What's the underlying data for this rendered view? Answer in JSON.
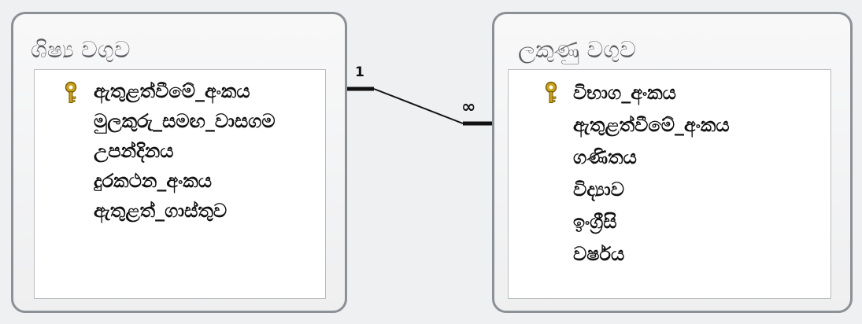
{
  "tables": [
    {
      "title": "ශිෂ්‍ය වගුව",
      "fields": [
        {
          "label": "ඇතුළත්වීමේ_අංකය",
          "primary_key": true
        },
        {
          "label": "මුලකුරු_සමඟ_වාසගම",
          "primary_key": false
        },
        {
          "label": "උපන්දිනය",
          "primary_key": false
        },
        {
          "label": "දුරකථන_අංකය",
          "primary_key": false
        },
        {
          "label": "ඇතුළත්_ගාස්තුව",
          "primary_key": false
        }
      ]
    },
    {
      "title": "ලකුණු වගුව",
      "fields": [
        {
          "label": "විභාග_අංකය",
          "primary_key": true
        },
        {
          "label": "ඇතුළත්වීමේ_අංකය",
          "primary_key": false
        },
        {
          "label": "ගණිතය",
          "primary_key": false
        },
        {
          "label": "විද්‍යාව",
          "primary_key": false
        },
        {
          "label": "ඉංග්‍රීසි",
          "primary_key": false
        },
        {
          "label": "වර්ෂය",
          "primary_key": false
        }
      ]
    }
  ],
  "relationship": {
    "one_label": "1",
    "many_label": "∞"
  },
  "colors": {
    "key_icon": "#c9a21c",
    "border": "#8c9097",
    "line": "#111111"
  }
}
